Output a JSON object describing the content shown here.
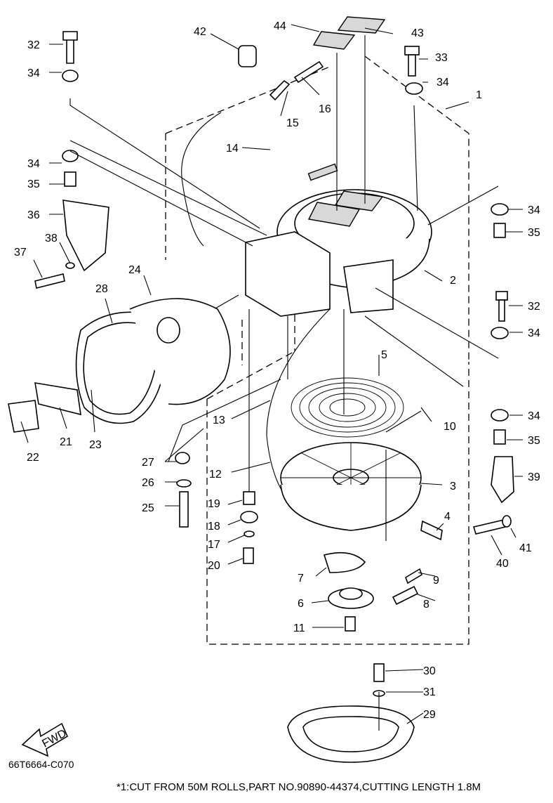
{
  "diagram": {
    "code": "66T6664-C070",
    "footnote": "*1:CUT FROM 50M ROLLS,PART NO.90890-44374,CUTTING LENGTH 1.8M",
    "fwd_label": "FWD",
    "callouts": [
      "1",
      "2",
      "3",
      "4",
      "5",
      "6",
      "7",
      "8",
      "9",
      "10",
      "11",
      "12",
      "13",
      "14",
      "15",
      "16",
      "17",
      "18",
      "19",
      "20",
      "21",
      "22",
      "23",
      "24",
      "25",
      "26",
      "27",
      "28",
      "29",
      "30",
      "31",
      "32",
      "32",
      "33",
      "34",
      "34",
      "34",
      "34",
      "34",
      "34",
      "35",
      "35",
      "35",
      "36",
      "37",
      "38",
      "39",
      "40",
      "41",
      "42",
      "43",
      "44"
    ]
  }
}
